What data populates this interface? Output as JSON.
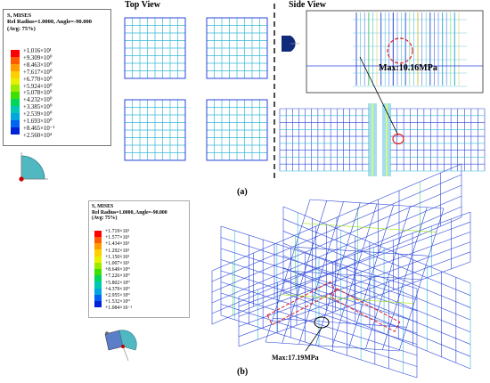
{
  "panel_a": {
    "label": "(a)",
    "legend": {
      "line1": "S, MISES",
      "line2": "Rel Radius=1.0000, Angle=-90.000",
      "line3": "(Avg: 75%)",
      "entries": [
        "+1.016×10¹",
        "+9.309×10⁰",
        "+8.463×10⁰",
        "+7.617×10⁰",
        "+6.770×10⁰",
        "+5.924×10⁰",
        "+5.078×10⁰",
        "+4.232×10⁰",
        "+3.385×10⁰",
        "+2.539×10⁰",
        "+1.693×10⁰",
        "+8.465×10⁻¹",
        "+2.560×10⁴"
      ]
    },
    "top_view_label": "Top View",
    "side_view_label": "Side  View",
    "max_label": "Max:10.16MPa"
  },
  "panel_b": {
    "label": "(b)",
    "legend": {
      "line1": "S, MISES",
      "line2": "Rel Radius=1.0000, Angle=-90.000",
      "line3": "(Avg: 75%)",
      "entries": [
        "+1.719×10¹",
        "+1.577×10¹",
        "+1.434×10¹",
        "+1.292×10¹",
        "+1.150×10¹",
        "+1.007×10¹",
        "+8.649×10⁰",
        "+7.226×10⁰",
        "+5.802×10⁰",
        "+4.379×10⁰",
        "+2.955×10⁰",
        "+1.532×10⁰",
        "+1.084×10⁻¹"
      ]
    },
    "max_label": "Max:17.19MPa"
  },
  "colors": {
    "contour_scale": [
      "#ff0000",
      "#ff5a00",
      "#ff9d00",
      "#ffd000",
      "#e8f000",
      "#9bea00",
      "#3ee000",
      "#00d65a",
      "#00c8b4",
      "#00a6e0",
      "#0064f0",
      "#0022d8"
    ],
    "mesh_blue": "#2a45d8",
    "mesh_cyan": "#36b8d8",
    "annotation_red": "#e02020"
  }
}
